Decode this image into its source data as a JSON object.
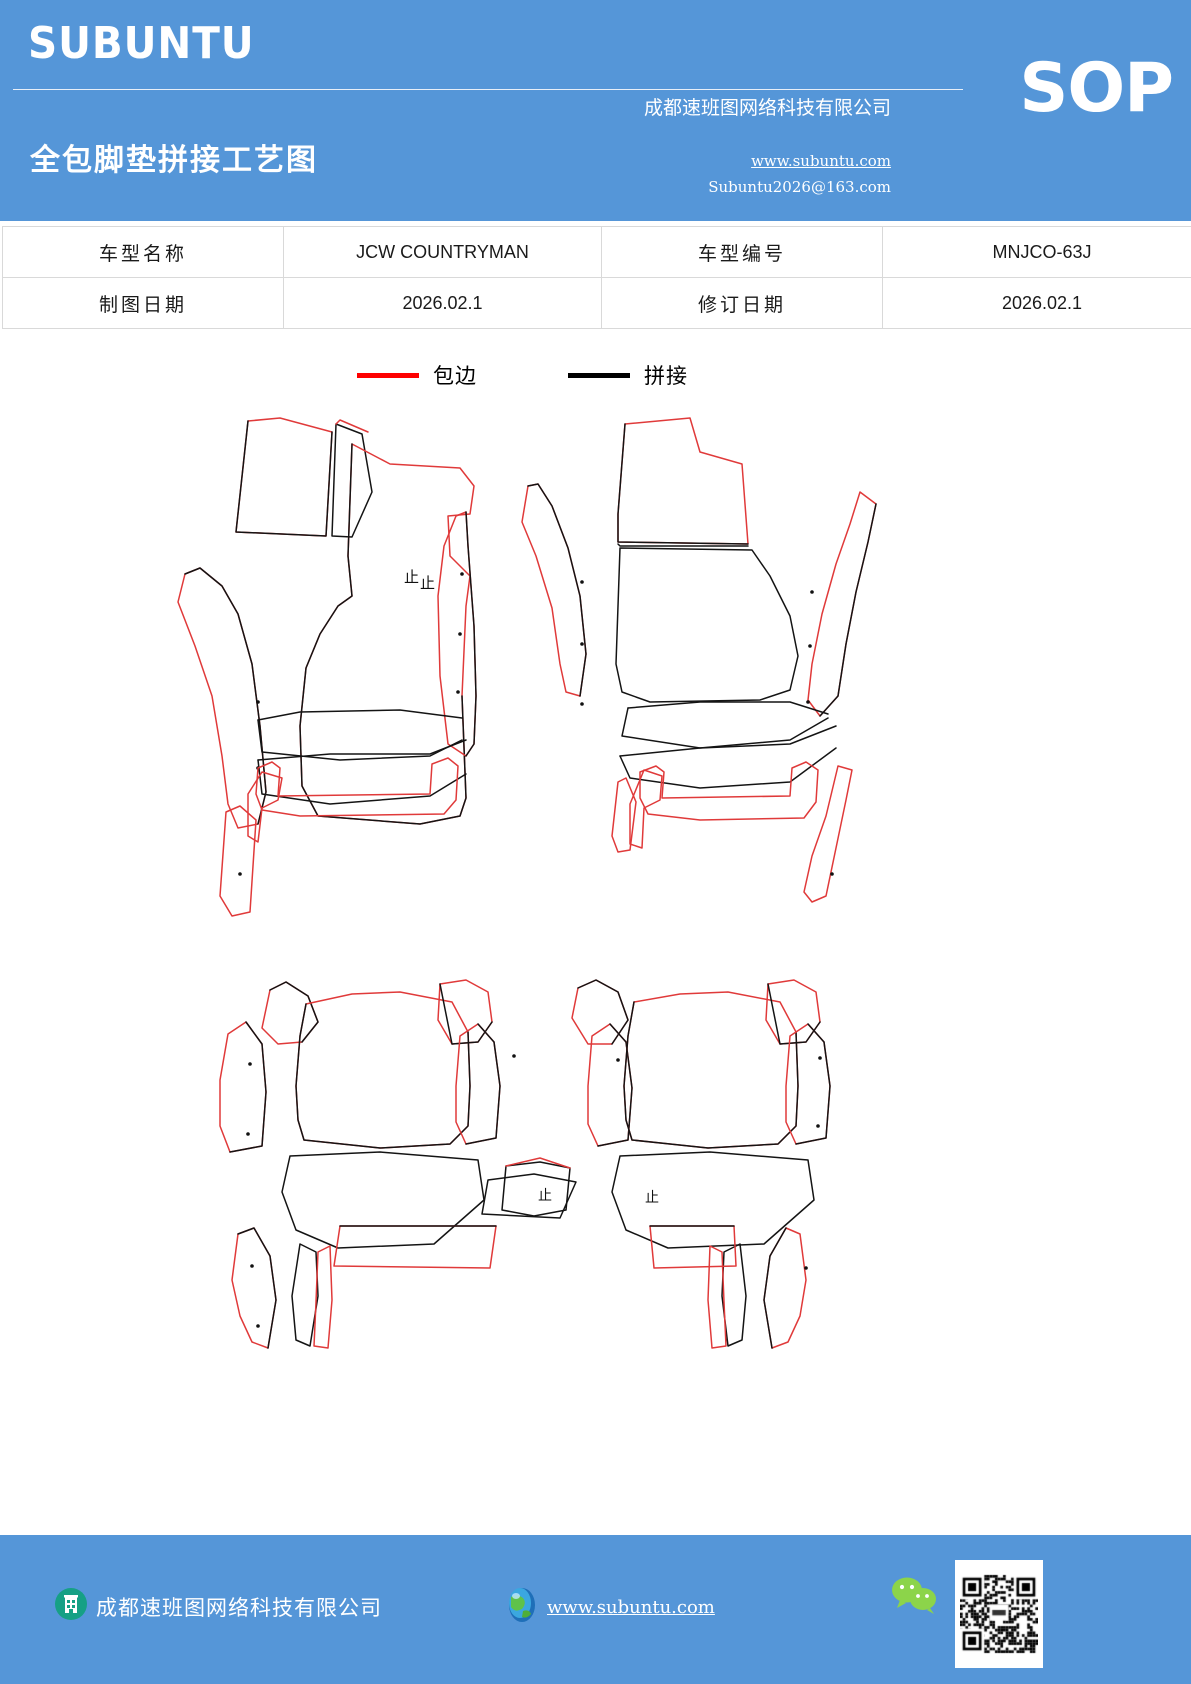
{
  "header": {
    "brand": "SUBUNTU",
    "badge": "SOP",
    "doc_title": "全包脚垫拼接工艺图",
    "company": "成都速班图网络科技有限公司",
    "website": "www.subuntu.com",
    "email": "Subuntu2026@163.com",
    "bg_color": "#5596d8"
  },
  "info_table": {
    "row1": {
      "label_left": "车型名称",
      "value_left": "JCW COUNTRYMAN",
      "label_right": "车型编号",
      "value_right": "MNJCO-63J"
    },
    "row2": {
      "label_left": "制图日期",
      "value_left": "2026.02.1",
      "label_right": "修订日期",
      "value_right": "2026.02.1"
    }
  },
  "legend": {
    "items": [
      {
        "label": "包边",
        "color": "#fe0000",
        "name": "binding"
      },
      {
        "label": "拼接",
        "color": "#000000",
        "name": "seam"
      }
    ]
  },
  "drawing": {
    "caption_marks": [
      "止",
      "止",
      "止",
      "止"
    ],
    "stroke_binding": "#e03a3a",
    "stroke_seam": "#141414"
  },
  "footer": {
    "company": "成都速班图网络科技有限公司",
    "website": "www.subuntu.com",
    "bg_color": "#5596d8",
    "building_icon_color": "#16a085",
    "wechat_icon_color": "#8cd44a"
  }
}
